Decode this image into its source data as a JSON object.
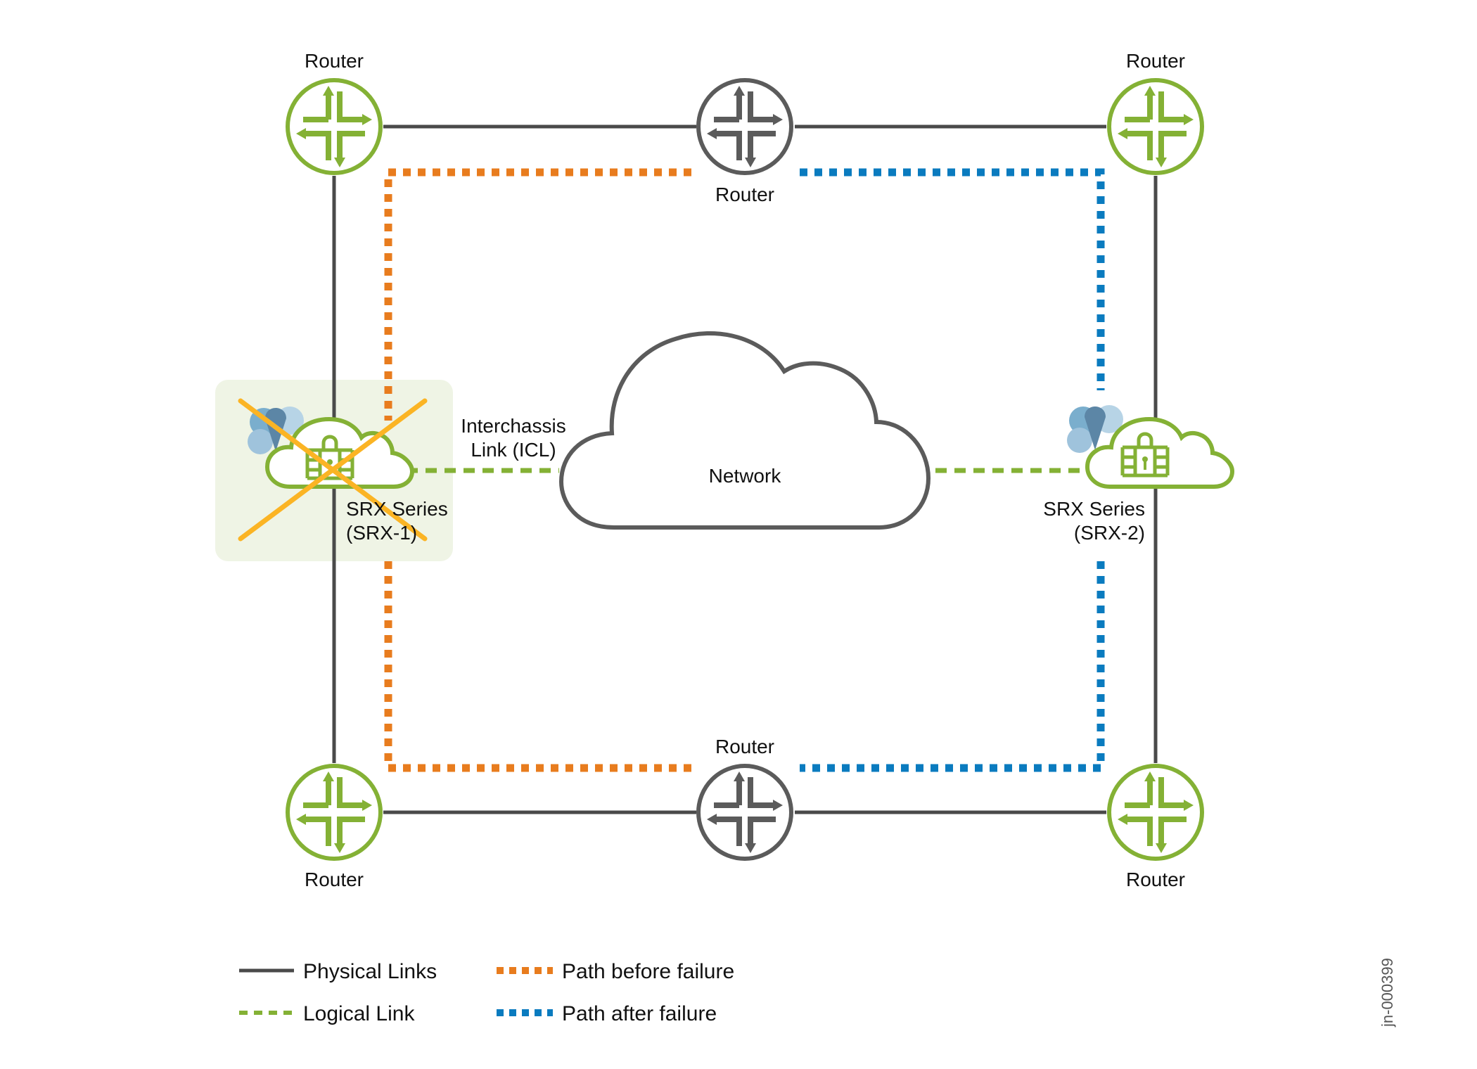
{
  "diagram": {
    "title": "SRX Series Multinode High Availability - path after failure",
    "nodes": {
      "router_top_left": {
        "label": "Router",
        "style": "green"
      },
      "router_top_center": {
        "label": "Router",
        "style": "gray"
      },
      "router_top_right": {
        "label": "Router",
        "style": "green"
      },
      "router_bottom_left": {
        "label": "Router",
        "style": "green"
      },
      "router_bottom_center": {
        "label": "Router",
        "style": "gray"
      },
      "router_bottom_right": {
        "label": "Router",
        "style": "green"
      },
      "network": {
        "label": "Network"
      },
      "srx1": {
        "label_line1": "SRX Series",
        "label_line2": "(SRX-1)",
        "state": "failed"
      },
      "srx2": {
        "label_line1": "SRX Series",
        "label_line2": "(SRX-2)",
        "state": "active"
      }
    },
    "icl": {
      "label_line1": "Interchassis",
      "label_line2": "Link (ICL)"
    },
    "legend": [
      {
        "label": "Physical Links",
        "style": "solid",
        "color": "#4a4a4a"
      },
      {
        "label": "Logical Link",
        "style": "dashed",
        "color": "#84b135"
      },
      {
        "label": "Path before failure",
        "style": "dotted-square",
        "color": "#e87c1e"
      },
      {
        "label": "Path after failure",
        "style": "dotted-square",
        "color": "#0a7bbf"
      }
    ],
    "doc_id": "jn-000399"
  },
  "colors": {
    "physical": "#4a4a4a",
    "green": "#84b135",
    "orange": "#e87c1e",
    "blue": "#0a7bbf",
    "fail_x": "#fbb424",
    "fail_bg": "#eff4e5",
    "gray_router": "#5b5b5b"
  }
}
